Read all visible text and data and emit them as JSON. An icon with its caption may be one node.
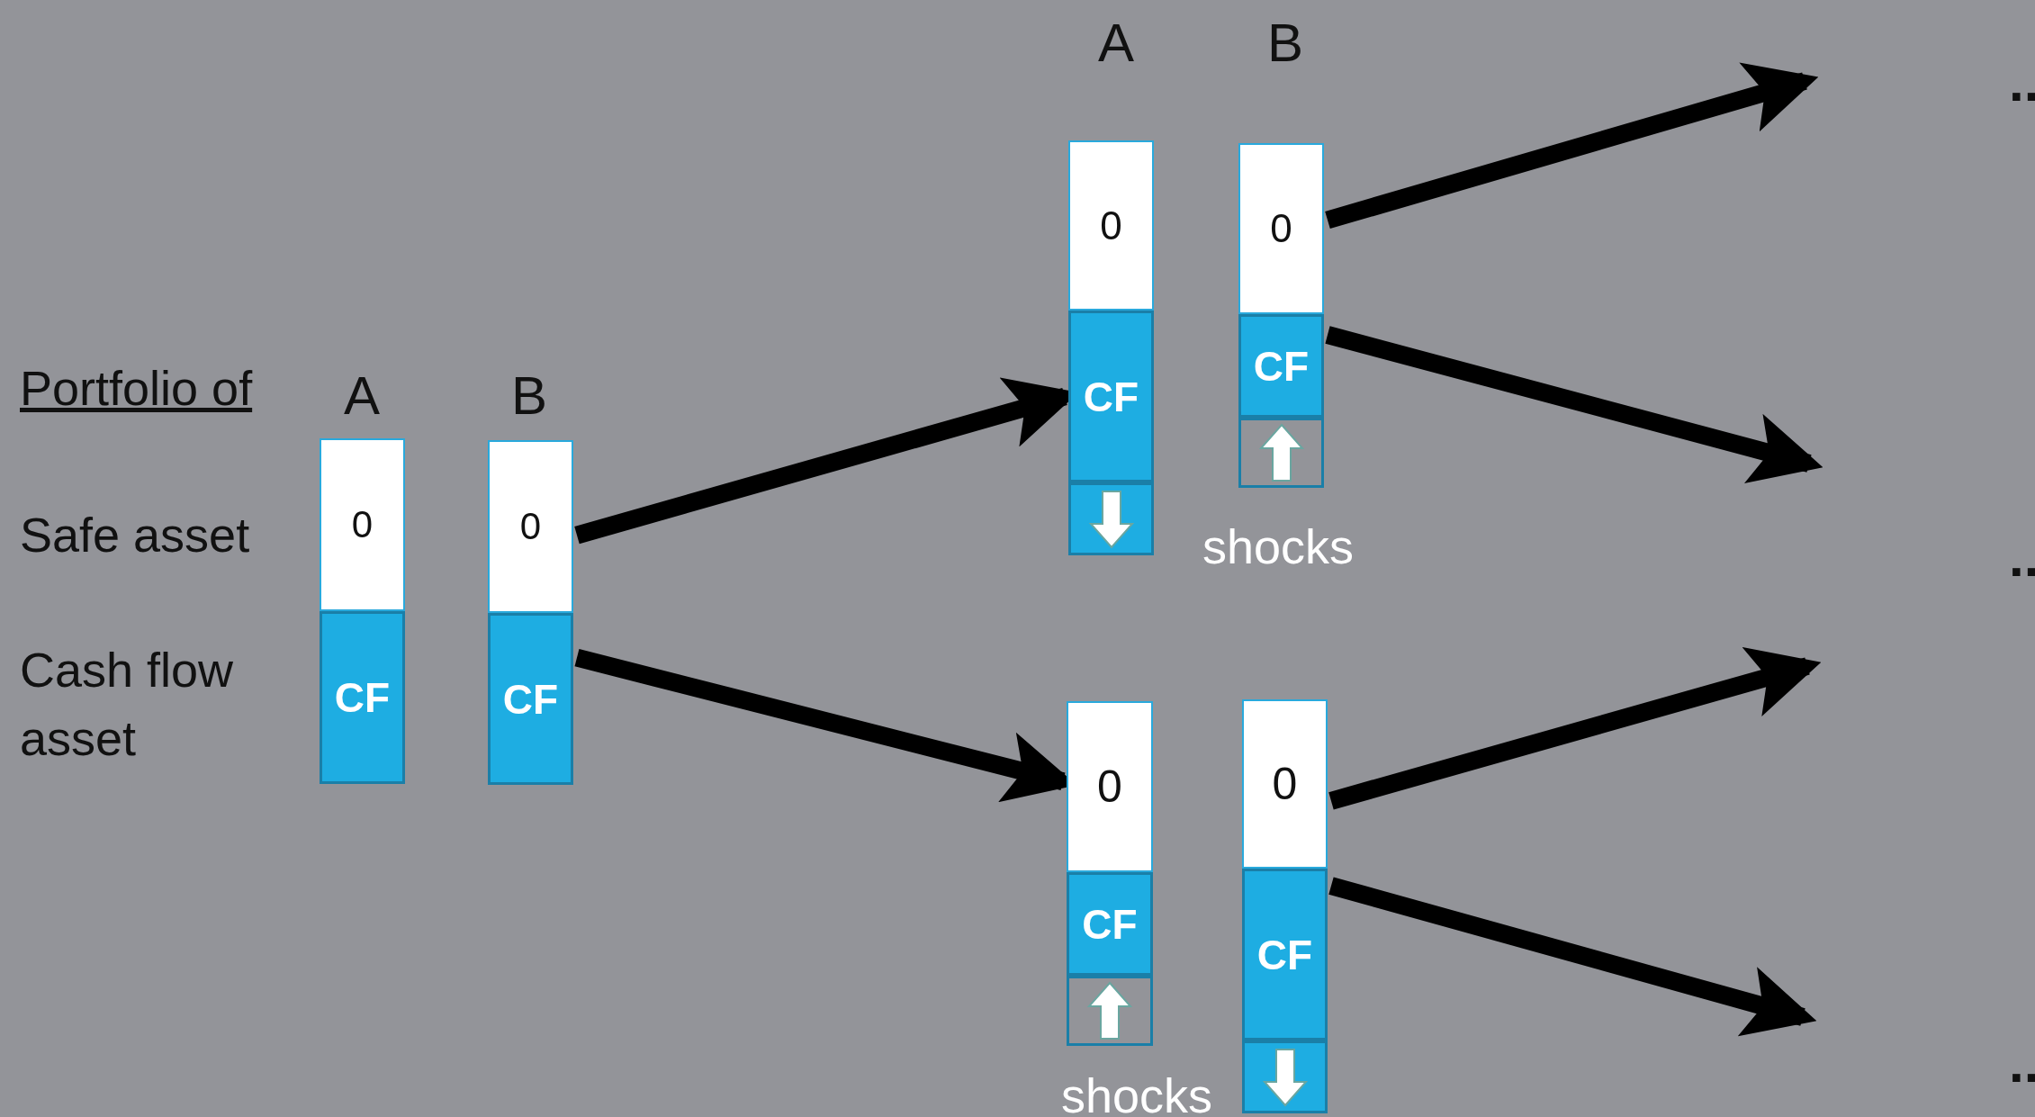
{
  "diagram": {
    "nodes": [
      {
        "text": [
          "0"
        ]
      },
      {
        "text": [
          "CF"
        ]
      },
      {
        "text": [
          "0"
        ]
      },
      {
        "text": [
          "CF"
        ]
      },
      {
        "text": [
          "0"
        ]
      },
      {
        "text": [
          "CF"
        ]
      },
      {
        "text": [],
        "shape": "box"
      },
      {
        "text": [
          "0"
        ]
      },
      {
        "text": [
          "CF"
        ]
      },
      {
        "text": [],
        "shape": "box"
      },
      {
        "text": [
          "0"
        ]
      },
      {
        "text": [
          "CF"
        ]
      },
      {
        "text": [],
        "shape": "box"
      },
      {
        "text": [
          "0"
        ]
      },
      {
        "text": [
          "CF"
        ]
      },
      {
        "text": [],
        "shape": "box"
      }
    ],
    "edges": [
      {
        "from": 2,
        "to": 5,
        "arrow": "to"
      },
      {
        "from": 3,
        "to": 10,
        "arrow": "to"
      },
      {
        "from": 7,
        "to": null,
        "arrow": "to"
      },
      {
        "from": 8,
        "to": null,
        "arrow": "to"
      },
      {
        "from": 13,
        "to": null,
        "arrow": "to"
      },
      {
        "from": 14,
        "to": null,
        "arrow": "to"
      }
    ],
    "labels": [
      "A",
      "B",
      "..",
      "Portfolio of",
      "A",
      "B",
      "Safe asset",
      "shocks",
      "..",
      "Cash flow asset",
      "shocks",
      ".."
    ]
  }
}
